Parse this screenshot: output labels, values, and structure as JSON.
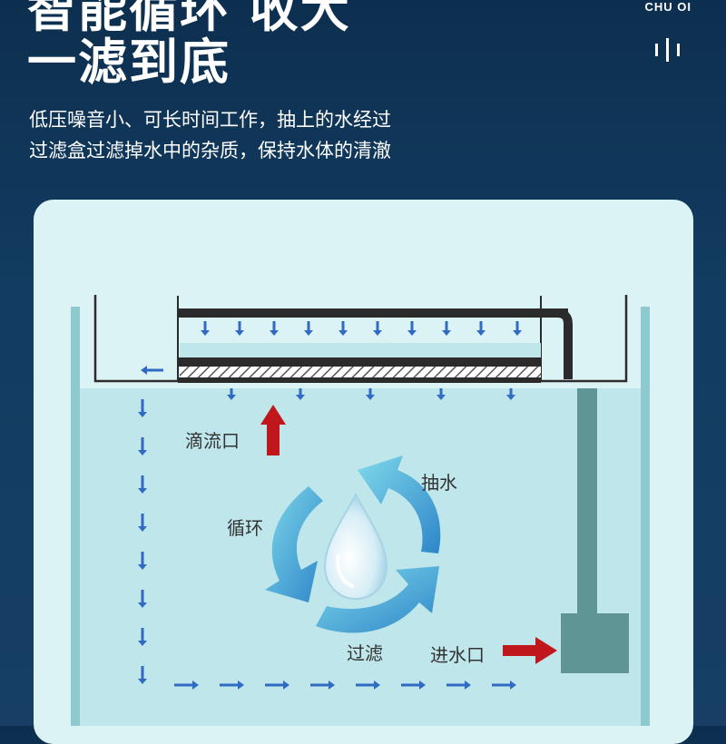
{
  "header": {
    "title_top": "智能循环 收大",
    "title_main": "一滤到底",
    "brand": "CHU OI",
    "description_lines": [
      "低压噪音小、可长时间工作，抽上的水经过",
      "过滤盒过滤掉水中的杂质，保持水体的清澈"
    ]
  },
  "diagram": {
    "labels": {
      "drip_outlet": "滴流口",
      "pump_water": "抽水",
      "circulate": "循环",
      "filter": "过滤",
      "water_inlet": "进水口"
    },
    "colors": {
      "water": "#bfe6ea",
      "tank_wall": "#8ec9cf",
      "flow_arrow": "#2f6bc2",
      "red_arrow": "#c0171d",
      "pipe": "#5f9695",
      "cycle_arrow": "#4a9fd6",
      "frame": "#2b2b2b"
    },
    "icons": [
      "water-drop-icon",
      "flow-arrow-icon",
      "cycle-arrow-icon"
    ]
  }
}
